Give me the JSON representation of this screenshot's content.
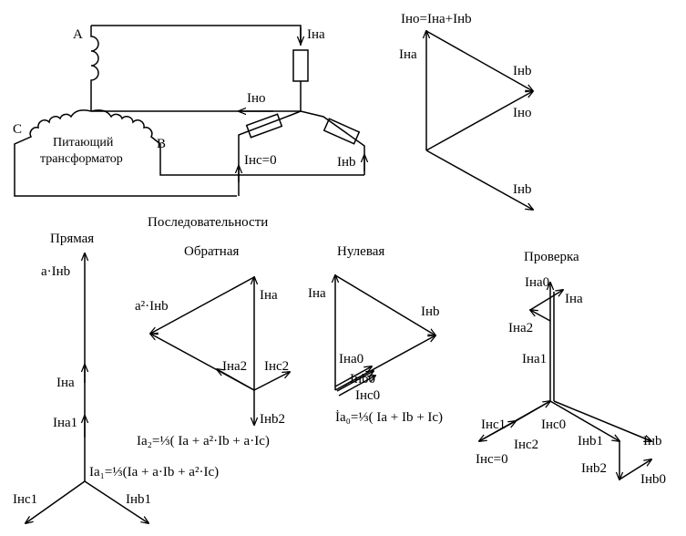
{
  "circuit": {
    "node_a": "A",
    "node_b": "B",
    "node_c": "C",
    "transformer_label_1": "Питающий",
    "transformer_label_2": "трансформатор",
    "i_na": "Iна",
    "i_no": "Iно",
    "i_nc": "Iнс=0",
    "i_nb": "Iнb"
  },
  "top_vector": {
    "formula": "Iно=Iна+Iнb",
    "i_na": "Iна",
    "i_nb_top": "Iнb",
    "i_no": "Iно",
    "i_nb_bottom": "Iнb"
  },
  "sequences_title": "Последовательности",
  "direct": {
    "title": "Прямая",
    "a_inb": "a·Iнb",
    "i_na": "Iна",
    "i_na1": "Iна1",
    "i_nc1": "Iнс1",
    "i_nb1": "Iнb1",
    "formula": "Ia₁=⅓(Ia + a·Ib + a²·Ic)"
  },
  "reverse": {
    "title": "Обратная",
    "a2_inb": "a²·Iнb",
    "i_na": "Iна",
    "i_na2": "Iна2",
    "i_nc2": "Iнс2",
    "i_nb2": "Iнb2",
    "formula": "Ia₂=⅓( Ia + a²·Ib + a·Ic)"
  },
  "zero": {
    "title": "Нулевая",
    "i_na": "Iна",
    "i_nb": "Iнb",
    "i_na0": "Iна0",
    "i_nb0": "Iнb0",
    "i_nc0": "Iнс0",
    "formula": "İa₀=⅓( Ia + Ib + Ic)"
  },
  "check": {
    "title": "Проверка",
    "i_na0": "Iна0",
    "i_na": "Iна",
    "i_na2": "Iна2",
    "i_na1": "Iна1",
    "i_nc1": "Iнс1",
    "i_nc0": "Iнс0",
    "i_nc2": "Iнс2",
    "i_nc": "Iнс=0",
    "i_nb1": "Iнb1",
    "i_nb": "Iнb",
    "i_nb2": "Iнb2",
    "i_nb0": "Iнb0"
  }
}
